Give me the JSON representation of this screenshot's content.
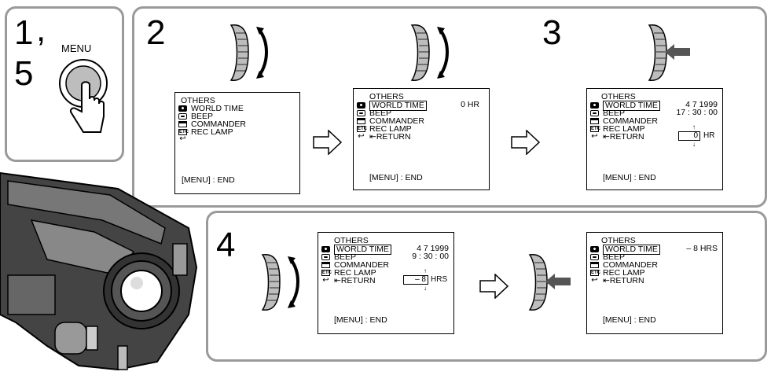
{
  "steps": {
    "s1": "1",
    "s1_sep": ",",
    "s5": "5",
    "s2": "2",
    "s3": "3",
    "s4": "4"
  },
  "menu_button_label": "MENU",
  "screen_a": {
    "header": "OTHERS",
    "items": [
      "WORLD TIME",
      "BEEP",
      "COMMANDER",
      "REC LAMP"
    ],
    "end": "[MENU] : END"
  },
  "screen_b": {
    "header": "OTHERS",
    "items": [
      "WORLD TIME",
      "BEEP",
      "COMMANDER",
      "REC LAMP",
      "RETURN"
    ],
    "value": "0  HR",
    "end": "[MENU] : END"
  },
  "screen_c": {
    "header": "OTHERS",
    "items": [
      "WORLD TIME",
      "BEEP",
      "COMMANDER",
      "REC LAMP",
      "RETURN"
    ],
    "date": "4  7  1999",
    "time": "17 : 30 : 00",
    "spin_value": "0",
    "spin_unit": "HR",
    "end": "[MENU] : END"
  },
  "screen_d": {
    "header": "OTHERS",
    "items": [
      "WORLD TIME",
      "BEEP",
      "COMMANDER",
      "REC LAMP",
      "RETURN"
    ],
    "date": "4  7  1999",
    "time": "9 : 30 : 00",
    "spin_value": "– 8",
    "spin_unit": "HRS",
    "end": "[MENU] : END"
  },
  "screen_e": {
    "header": "OTHERS",
    "items": [
      "WORLD TIME",
      "BEEP",
      "COMMANDER",
      "REC LAMP",
      "RETURN"
    ],
    "value": "– 8  HRS",
    "end": "[MENU] : END"
  },
  "colors": {
    "panel_border": "#9a9a9a",
    "ink": "#000000"
  }
}
